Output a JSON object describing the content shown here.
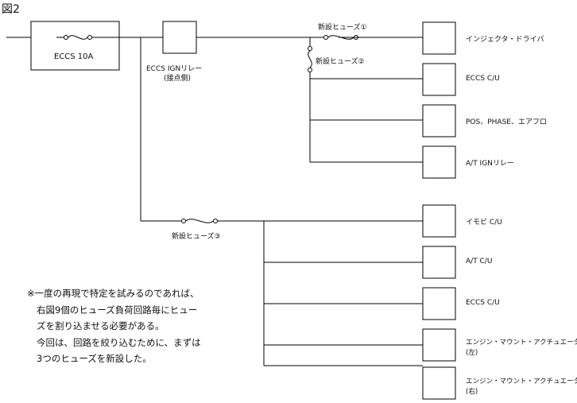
{
  "title": "図2",
  "main_fuse_label": "ECCS 10A",
  "relay_label": [
    "ECCS IGNリレー",
    "(接点側)"
  ],
  "new_fuses": [
    "新設ヒューズ①",
    "新設ヒューズ②",
    "新設ヒューズ③"
  ],
  "loads": [
    {
      "label": "インジェクタ・ドライバ"
    },
    {
      "label": "ECCS C/U"
    },
    {
      "label": "POS、PHASE、エアフロ"
    },
    {
      "label": "A/T IGNリレー"
    },
    {
      "label": "イモビ C/U"
    },
    {
      "label": "A/T C/U"
    },
    {
      "label": "ECCS C/U"
    },
    {
      "label": "エンジン・マウント・アクチュエータ",
      "sub": "(左)"
    },
    {
      "label": "エンジン・マウント・アクチュエータ",
      "sub": "(右)"
    }
  ],
  "note_lines": [
    "※一度の再現で特定を試みるのであれば、",
    "右図9個のヒューズ負荷回路毎にヒュー",
    "ズを割り込ませる必要がある。",
    "今回は、回路を絞り込むために、まずは",
    "3つのヒューズを新設した。"
  ]
}
